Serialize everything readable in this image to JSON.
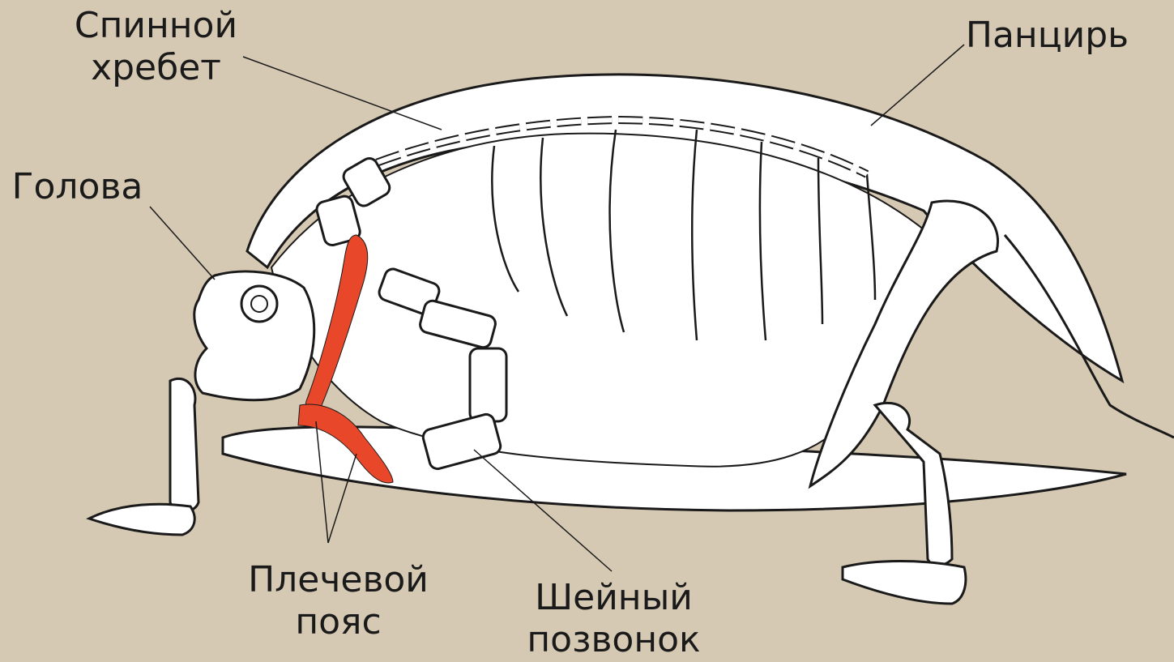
{
  "labels": {
    "spine": [
      "Спинной",
      "хребет"
    ],
    "shell": [
      "Панцирь"
    ],
    "head": [
      "Голова"
    ],
    "shoulder_girdle": [
      "Плечевой",
      "пояс"
    ],
    "cervical_vertebra": [
      "Шейный",
      "позвонок"
    ]
  },
  "colors": {
    "background": "#d6c9b3",
    "bone": "#ffffff",
    "outline": "#1a1a1a",
    "highlight": "#e8472a"
  }
}
